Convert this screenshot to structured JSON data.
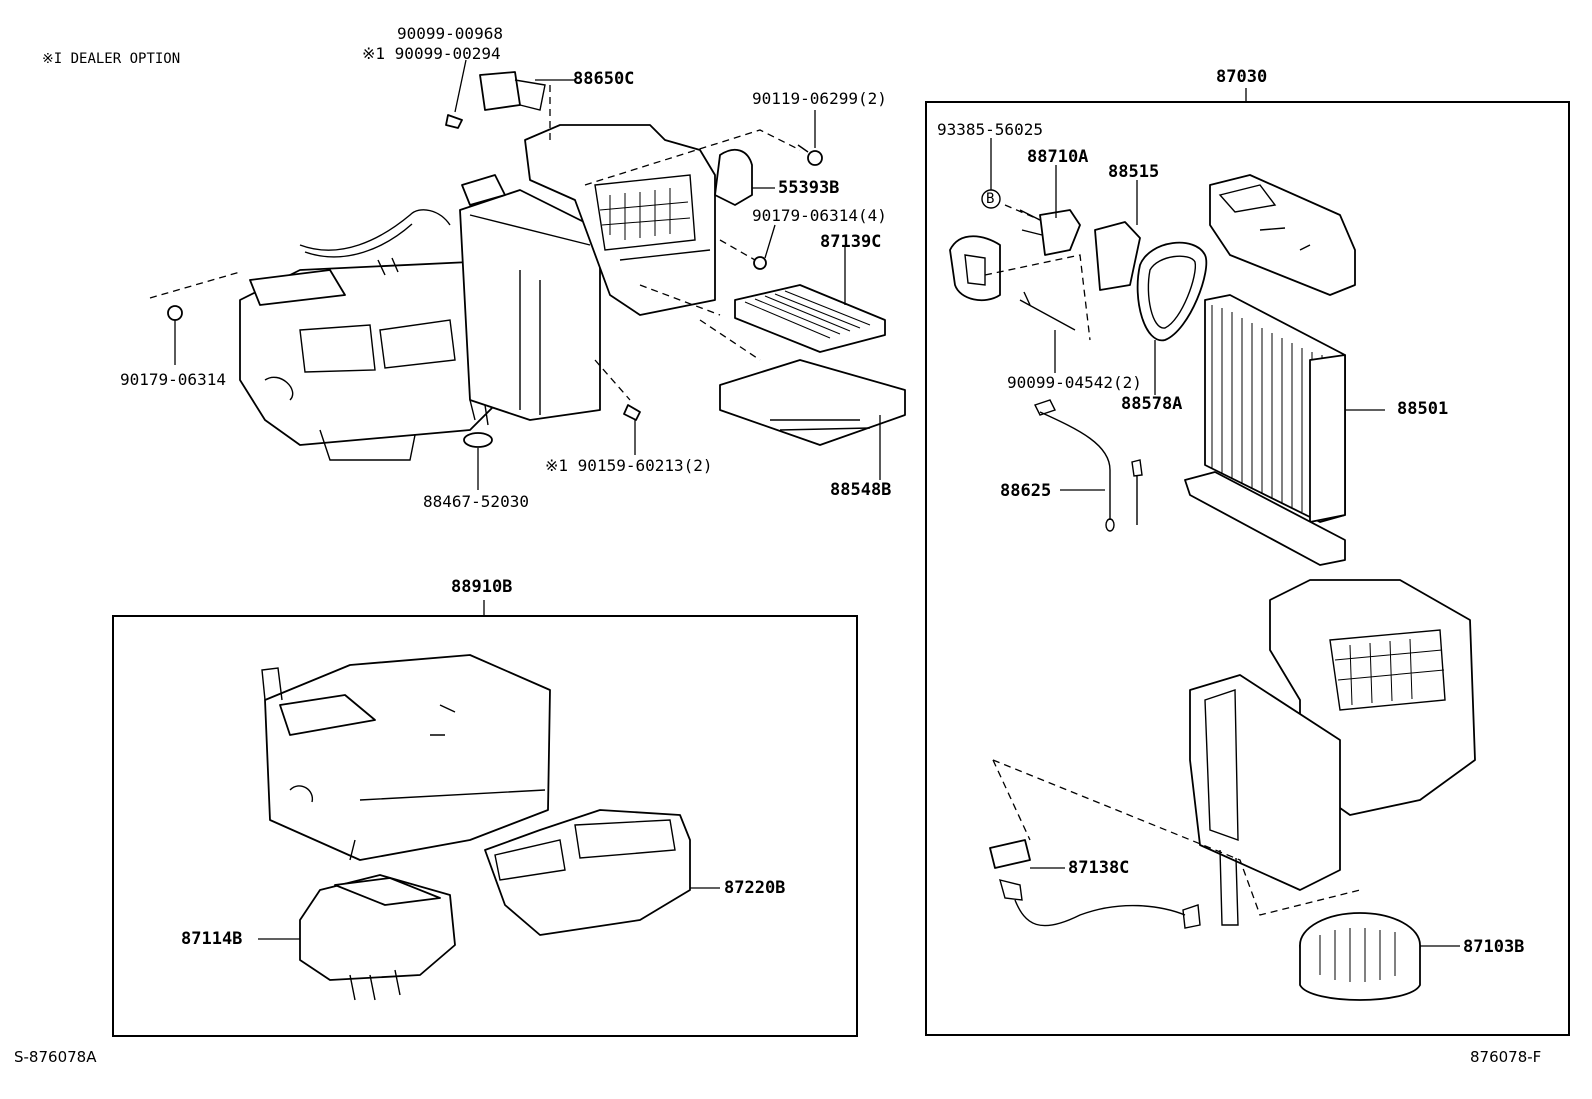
{
  "note": "※I DEALER OPTION",
  "diagram_code_left": "S-876078A",
  "diagram_code_right": "876078-F",
  "groups": {
    "main_box": "88910B",
    "evap_box": "87030"
  },
  "labels": {
    "l_90099_00968": "90099-00968",
    "l_90099_00294": "※1 90099-00294",
    "l_88650c": "88650C",
    "l_90119_06299": "90119-06299(2)",
    "l_55393b": "55393B",
    "l_90179_06314_4": "90179-06314(4)",
    "l_87139c": "87139C",
    "l_90179_06314": "90179-06314",
    "l_90159_60213": "※1 90159-60213(2)",
    "l_88467_52030": "88467-52030",
    "l_88548b": "88548B",
    "l_87220b": "87220B",
    "l_87114b": "87114B",
    "l_93385_56025": "93385-56025",
    "l_88710a": "88710A",
    "l_88515": "88515",
    "l_b_marker": "B",
    "l_90099_04542": "90099-04542(2)",
    "l_88578a": "88578A",
    "l_88501": "88501",
    "l_88625": "88625",
    "l_87138c": "87138C",
    "l_87103b": "87103B"
  }
}
